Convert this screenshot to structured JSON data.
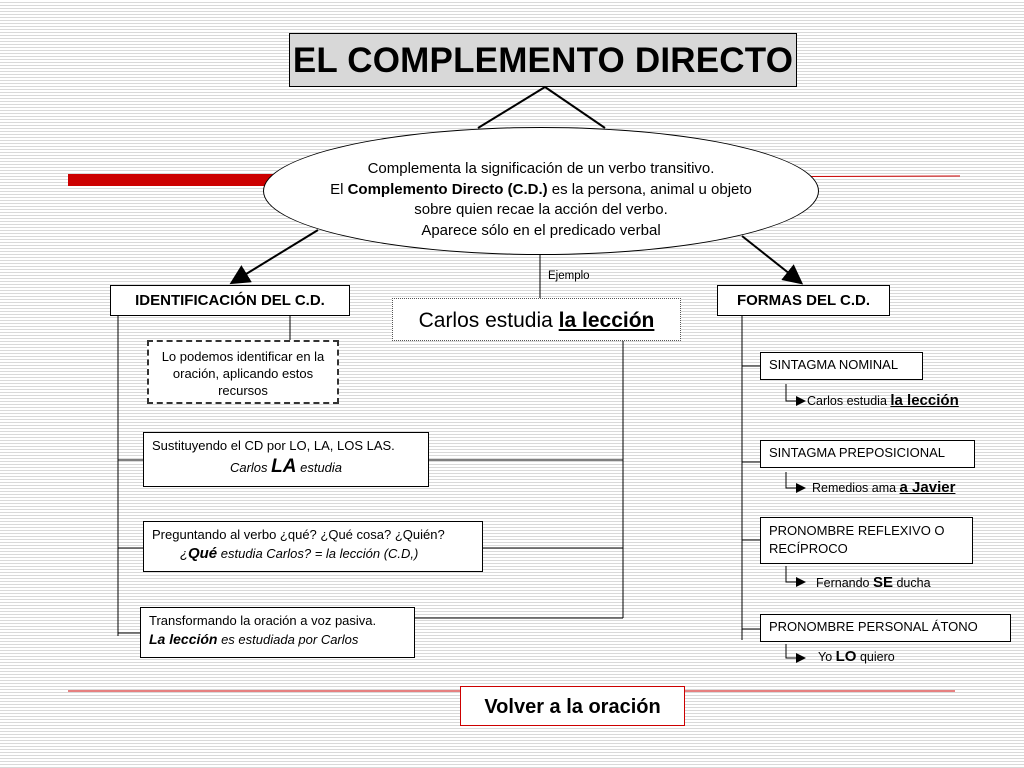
{
  "title": "EL COMPLEMENTO DIRECTO",
  "definition": {
    "line1": "Complementa la significación de un verbo transitivo.",
    "line2_pre": "El ",
    "line2_bold": "Complemento Directo (C.D.)",
    "line2_post": " es la persona, animal u objeto",
    "line3": "sobre quien recae la acción del verbo.",
    "line4": "Aparece sólo en el predicado verbal"
  },
  "example": {
    "label": "Ejemplo",
    "pre": "Carlos estudia ",
    "highlight": "la lección"
  },
  "identification": {
    "header": "IDENTIFICACIÓN DEL C.D.",
    "intro": "Lo podemos identificar en la oración, aplicando estos recursos",
    "methods": [
      {
        "text": "Sustituyendo el CD por LO, LA, LOS LAS.",
        "ex_pre": "Carlos ",
        "ex_bold": "LA",
        "ex_post": " estudia"
      },
      {
        "text": "Preguntando al verbo ¿qué? ¿Qué cosa? ¿Quién?",
        "ex_pre": "¿",
        "ex_bold": "Qué",
        "ex_post": " estudia Carlos? = la lección (C.D,)"
      },
      {
        "text": "Transformando la oración a voz pasiva.",
        "ex_pre": "",
        "ex_bold": "La lección",
        "ex_post": " es estudiada por Carlos"
      }
    ]
  },
  "forms": {
    "header": "FORMAS DEL C.D.",
    "items": [
      {
        "label": "SINTAGMA NOMINAL",
        "ex_pre": "Carlos estudia ",
        "ex_bold": "la lección",
        "ex_post": ""
      },
      {
        "label": "SINTAGMA PREPOSICIONAL",
        "ex_pre": "Remedios ama ",
        "ex_bold": "a Javier",
        "ex_post": ""
      },
      {
        "label": "PRONOMBRE REFLEXIVO O RECÍPROCO",
        "ex_pre": "Fernando ",
        "ex_bold": "SE",
        "ex_post": " ducha"
      },
      {
        "label": "PRONOMBRE PERSONAL ÁTONO",
        "ex_pre": "Yo ",
        "ex_bold": "LO",
        "ex_post": " quiero"
      }
    ]
  },
  "back_button": "Volver a la oración",
  "colors": {
    "accent_red": "#cc0000",
    "title_bg": "#d8d8d8"
  }
}
